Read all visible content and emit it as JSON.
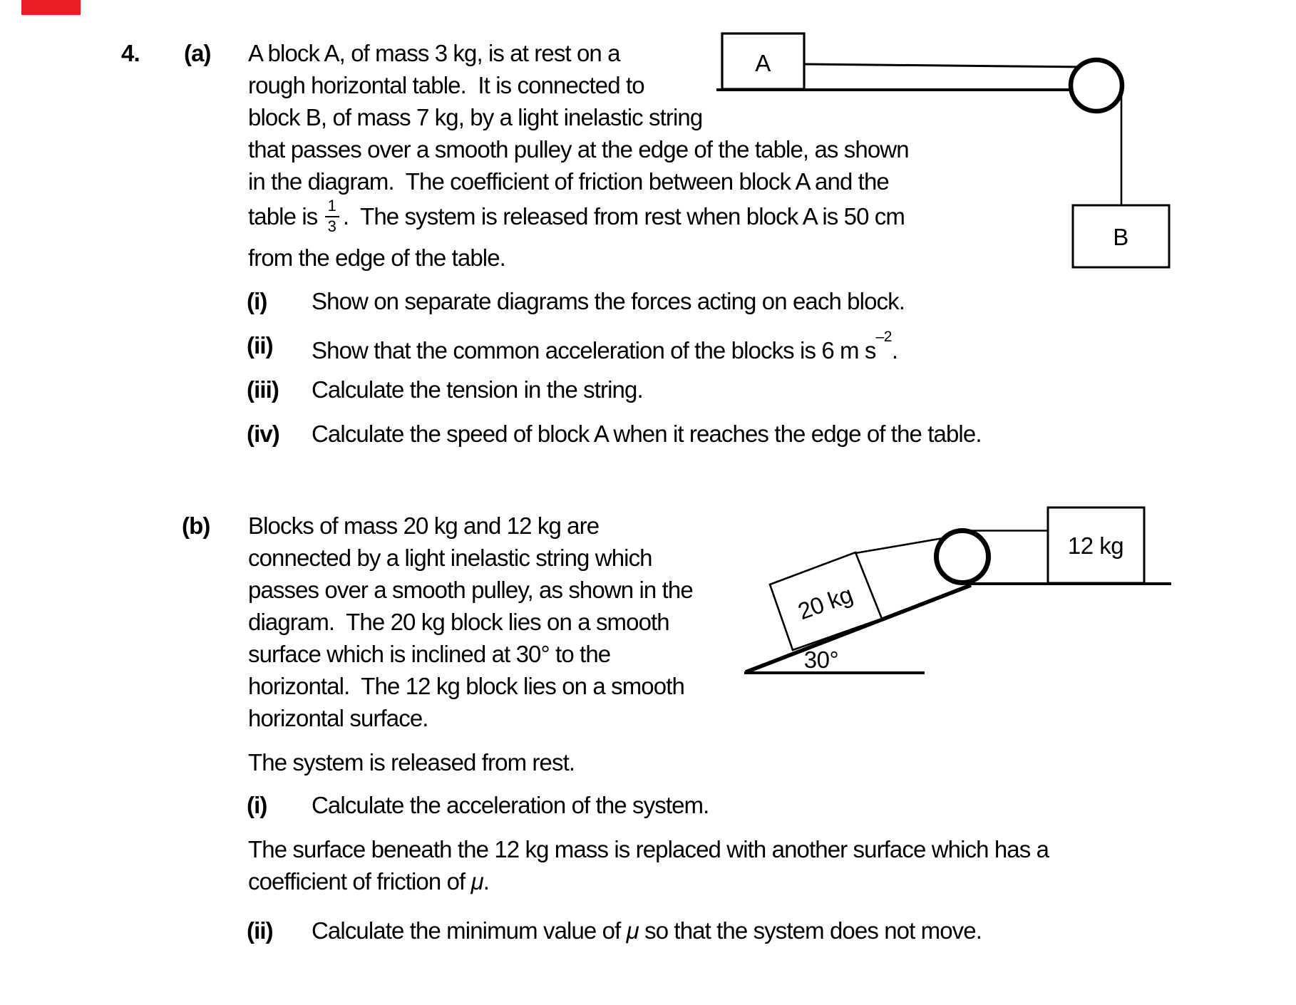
{
  "page": {
    "background": "#ffffff",
    "text_color": "#000000",
    "marker_color": "#ec1c24"
  },
  "question": {
    "number": "4.",
    "part_a": {
      "label": "(a)",
      "lines1to5": [
        "A block A, of mass 3 kg, is at rest on a",
        "rough horizontal table.  It is connected to",
        "block B, of mass 7 kg, by a light inelastic string",
        "that passes over a smooth pulley at the edge of the table, as shown",
        "in the diagram.  The coefficient of friction between block A and the"
      ],
      "line6": {
        "prefix": "table is ",
        "frac_num": "1",
        "frac_den": "3",
        "suffix": ".  The system is released from rest when block A is 50 cm"
      },
      "line7": "from the edge of the table.",
      "items": [
        {
          "label": "(i)",
          "text": "Show on separate diagrams the forces acting on each block."
        },
        {
          "label": "(ii)",
          "text_before_sup": "Show that the common acceleration of the blocks is 6 m s",
          "sup": "–2",
          "text_after_sup": "."
        },
        {
          "label": "(iii)",
          "text": "Calculate the tension in the string."
        },
        {
          "label": "(iv)",
          "text": "Calculate the speed of block A when it reaches the edge of the table."
        }
      ],
      "diagram": {
        "block_a_label": "A",
        "block_b_label": "B"
      }
    },
    "part_b": {
      "label": "(b)",
      "lines": [
        "Blocks of mass 20 kg and 12 kg are",
        "connected by a light inelastic string which",
        "passes over a smooth pulley, as shown in the",
        "diagram.  The 20 kg block lies on a smooth",
        "surface which is inclined at 30° to the",
        "horizontal.  The 12 kg block lies on a smooth",
        "horizontal surface."
      ],
      "released_line": "The system is released from rest.",
      "item_i": {
        "label": "(i)",
        "text": "Calculate the acceleration of the system."
      },
      "surface_line_1": "The surface beneath the 12 kg mass is replaced with another surface which has a",
      "surface_line_2": {
        "prefix": "coefficient of friction of ",
        "mu": "μ",
        "suffix": "."
      },
      "item_ii": {
        "label": "(ii)",
        "prefix": "Calculate the minimum value of ",
        "mu": "μ",
        "suffix": " so that the system does not move."
      },
      "diagram": {
        "incline_block_label": "20 kg",
        "angle_label": "30°",
        "floor_block_label": "12 kg"
      }
    }
  }
}
